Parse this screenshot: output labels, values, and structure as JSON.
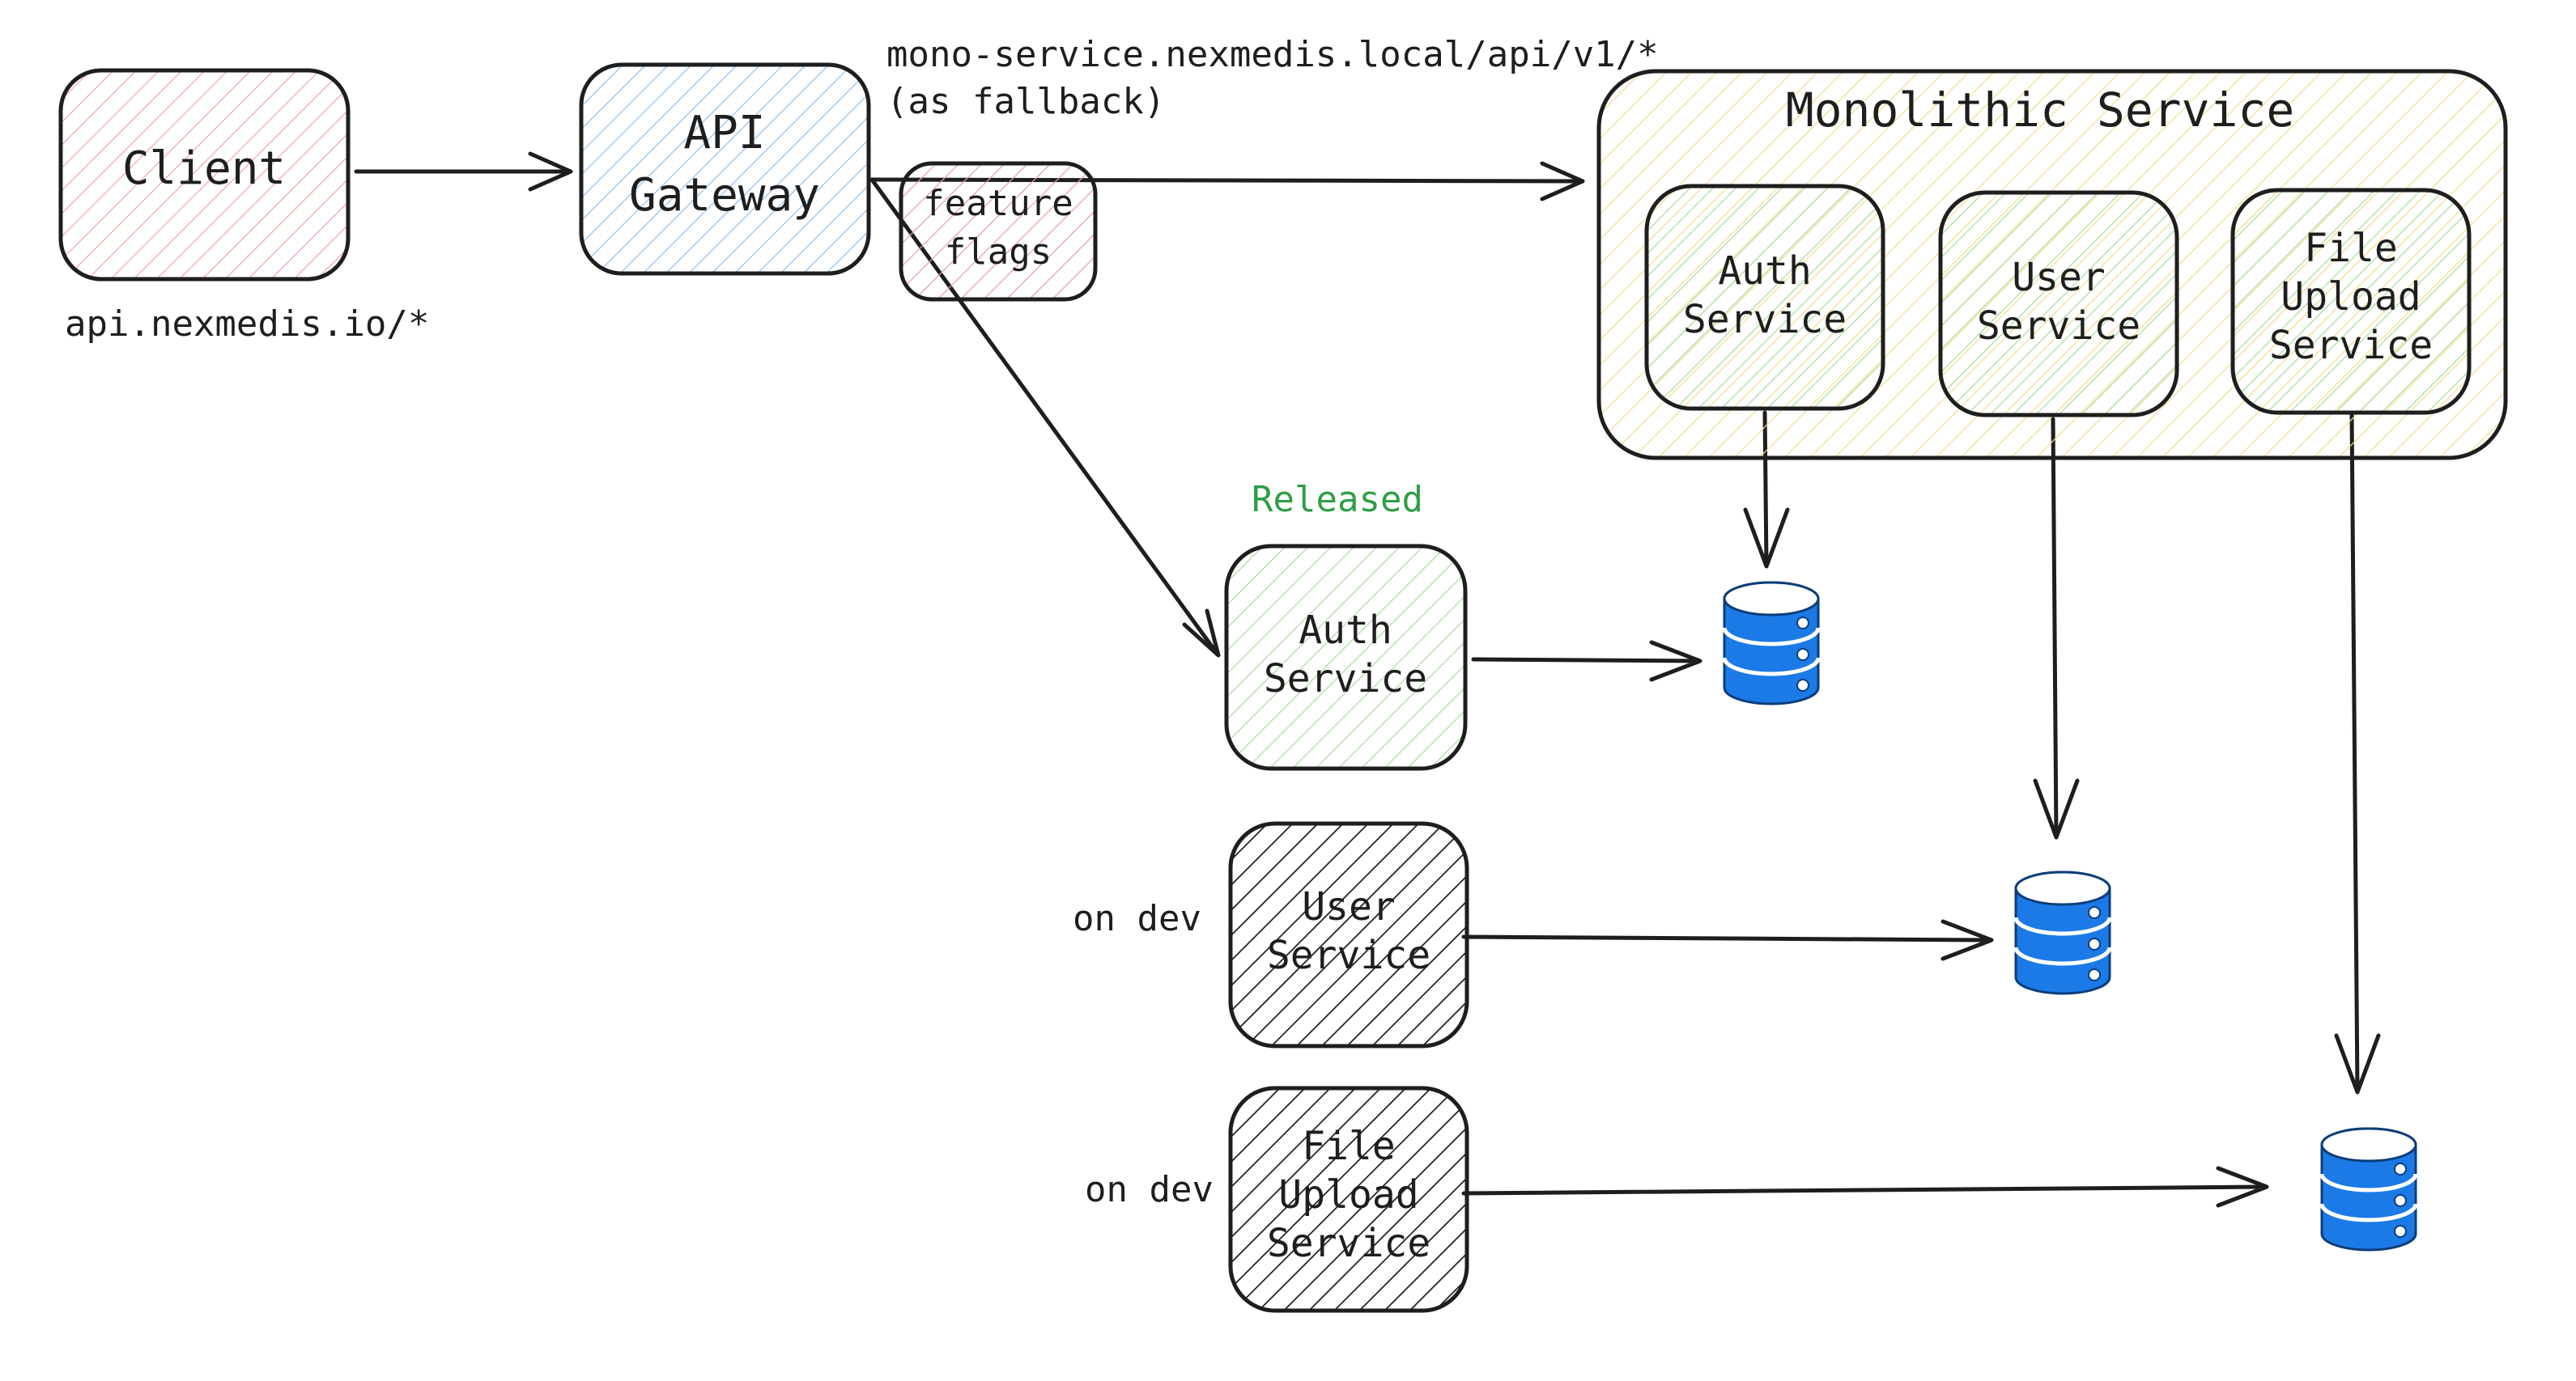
{
  "colors": {
    "client_hatch": "#f3a6a6",
    "gateway_hatch": "#8fc3f0",
    "flags_hatch": "#e8a0a0",
    "mono_hatch": "#f2df8a",
    "service_hatch": "#a9dc9f",
    "dev_hatch": "#1e1e1e",
    "released_text": "#2f9e44",
    "database": "#1c7ae6",
    "stroke": "#1e1e1e"
  },
  "client": {
    "label": "Client",
    "domain": "api.nexmedis.io/*"
  },
  "gateway": {
    "line1": "API",
    "line2": "Gateway"
  },
  "feature_flags": {
    "line1": "feature",
    "line2": "flags"
  },
  "fallback": {
    "line1": "mono-service.nexmedis.local/api/v1/*",
    "line2": "(as fallback)"
  },
  "monolith": {
    "title": "Monolithic Service",
    "auth": {
      "line1": "Auth",
      "line2": "Service"
    },
    "user": {
      "line1": "User",
      "line2": "Service"
    },
    "file": {
      "line1": "File",
      "line2": "Upload",
      "line3": "Service"
    }
  },
  "micro": {
    "released_label": "Released",
    "auth": {
      "line1": "Auth",
      "line2": "Service"
    },
    "user": {
      "line1": "User",
      "line2": "Service",
      "status": "on dev"
    },
    "file": {
      "line1": "File",
      "line2": "Upload",
      "line3": "Service",
      "status": "on dev"
    }
  },
  "databases": [
    {
      "icon": "database-icon",
      "owner": "auth"
    },
    {
      "icon": "database-icon",
      "owner": "user"
    },
    {
      "icon": "database-icon",
      "owner": "file-upload"
    }
  ]
}
